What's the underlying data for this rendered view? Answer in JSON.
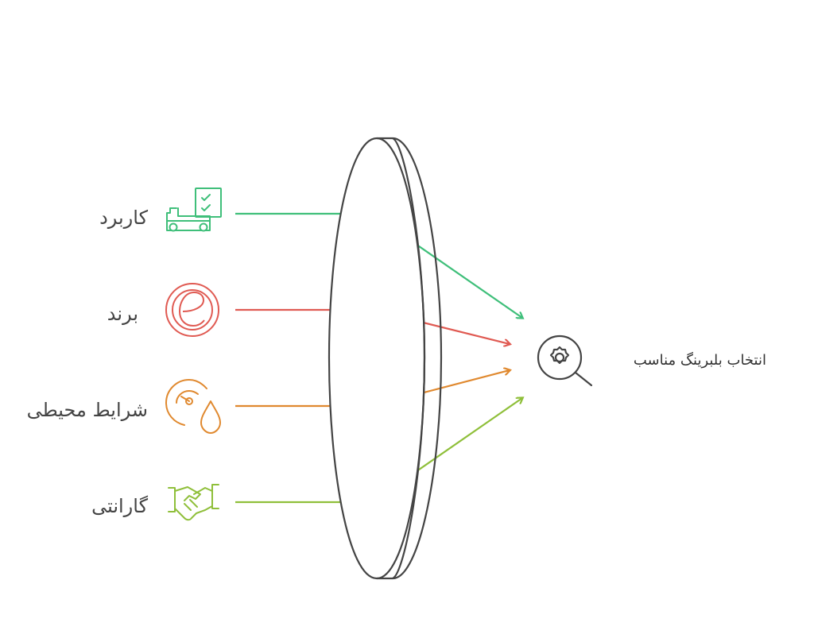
{
  "diagram": {
    "inputs": [
      {
        "label": "کاربرد",
        "icon": "truck-checklist-icon",
        "color": "#3fbf7a"
      },
      {
        "label": "برند",
        "icon": "brand-e-icon",
        "color": "#e05a52"
      },
      {
        "label": "شرایط محیطی",
        "icon": "gauge-drop-icon",
        "color": "#e0892f"
      },
      {
        "label": "گارانتی",
        "icon": "handshake-icon",
        "color": "#8fbf3a"
      }
    ],
    "lens": {
      "stroke": "#444444"
    },
    "result": {
      "label": "انتخاب بلبرینگ مناسب",
      "icon": "magnifier-gear-icon",
      "color": "#444444"
    }
  }
}
